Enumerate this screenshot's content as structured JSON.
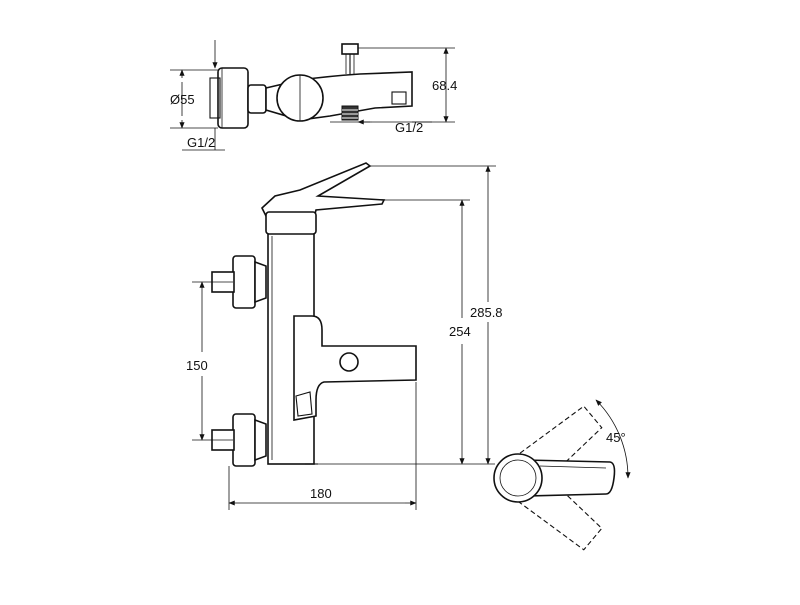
{
  "dimensions": {
    "body_diameter": "Ø55",
    "top_depth": "68.4",
    "inlet_thread": "G1/2",
    "outlet_thread": "G1/2",
    "inlet_spacing": "150",
    "overall_height": "285.8",
    "spout_height": "254",
    "projection": "180",
    "handle_angle": "45°"
  }
}
